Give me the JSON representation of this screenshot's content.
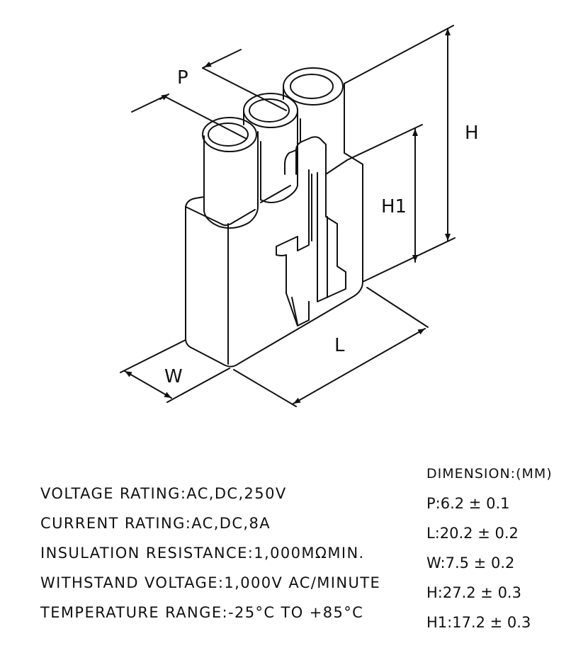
{
  "diagram": {
    "labels": {
      "pitch": "P",
      "height": "H",
      "height1": "H1",
      "length": "L",
      "width": "W"
    }
  },
  "specs": [
    "VOLTAGE RATING:AC,DC,250V",
    "CURRENT RATING:AC,DC,8A",
    "INSULATION RESISTANCE:1,000MΩMIN.",
    "WITHSTAND VOLTAGE:1,000V AC/MINUTE",
    "TEMPERATURE RANGE:-25°C TO +85°C"
  ],
  "dimensions": {
    "heading": "DIMENSION:(MM)",
    "items": [
      "P:6.2 ± 0.1",
      "L:20.2 ± 0.2",
      "W:7.5 ± 0.2",
      "H:27.2 ± 0.3",
      "H1:17.2 ± 0.3"
    ]
  }
}
